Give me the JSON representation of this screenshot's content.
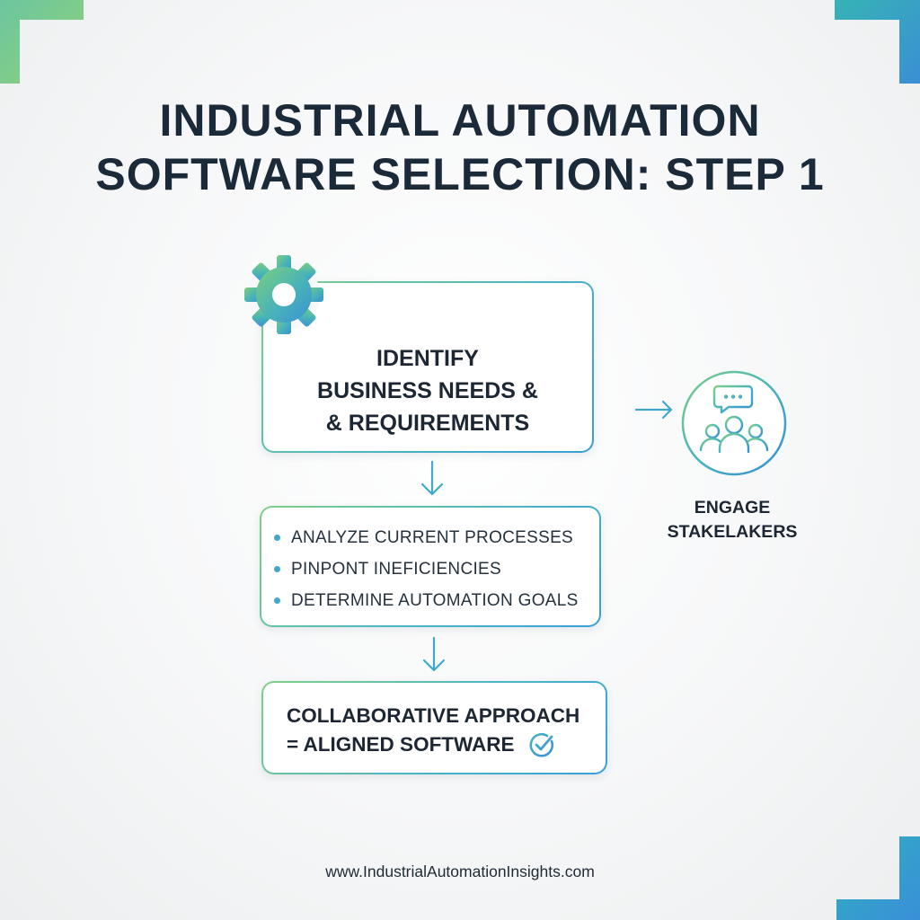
{
  "title": {
    "line1": "INDUSTRIAL AUTOMATION",
    "line2": "SOFTWARE SELECTION: STEP 1"
  },
  "main_box": {
    "line1": "IDENTIFY",
    "line2": "BUSINESS NEEDS &",
    "line3": "& REQUIREMENTS",
    "icon": "gear-icon"
  },
  "list_box": {
    "items": [
      "ANALYZE CURRENT PROCESSES",
      "PINPONT INEFICIENCIES",
      "DETERMINE AUTOMATION GOALS"
    ]
  },
  "result_box": {
    "line1": "COLLABORATIVE APPROACH",
    "line2": "= ALIGNED SOFTWARE",
    "icon": "check-circle-icon"
  },
  "stakeholders": {
    "line1": "ENGAGE",
    "line2": "STAKELAKERS",
    "icon": "people-chat-icon"
  },
  "footer": {
    "url": "www.IndustrialAutomationInsights.com"
  },
  "colors": {
    "green": "#7fcf86",
    "teal": "#4db4c3",
    "blue": "#3a9fd6",
    "text": "#1b2a38"
  }
}
